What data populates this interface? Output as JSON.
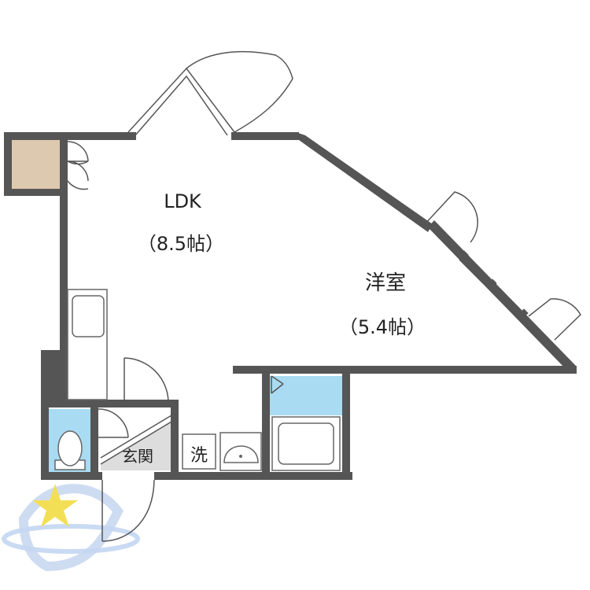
{
  "rooms": {
    "ldk": {
      "name": "LDK",
      "size": "（8.5帖）"
    },
    "western": {
      "name": "洋室",
      "size": "（5.4帖）"
    },
    "entrance": {
      "label": "玄関"
    },
    "washer": {
      "label": "洗"
    }
  },
  "colors": {
    "wall": "#555555",
    "wet_area": "#a9dbf2",
    "storage": "#ddc9b0",
    "entrance_floor": "#dddddd",
    "logo_star": "#f3df55",
    "logo_ring": "#b9cfee"
  },
  "icons": [
    "star-logo-icon",
    "toilet-icon",
    "bathtub-icon",
    "washbasin-icon",
    "kitchen-sink-icon",
    "door-swing-icon"
  ]
}
